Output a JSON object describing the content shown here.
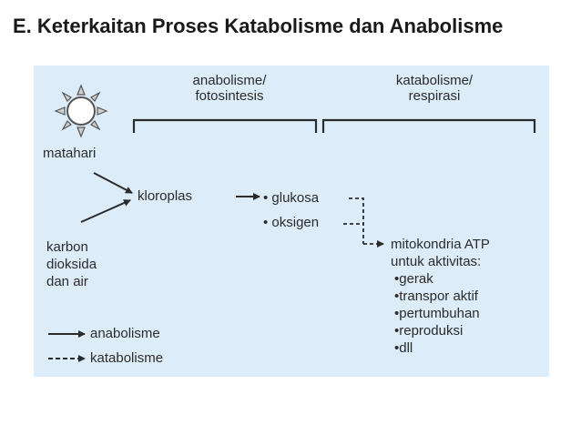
{
  "title": "E. Keterkaitan Proses Katabolisme dan Anabolisme",
  "diagram": {
    "header_left_line1": "anabolisme/",
    "header_left_line2": "fotosintesis",
    "header_right_line1": "katabolisme/",
    "header_right_line2": "respirasi",
    "sun_label": "matahari",
    "input_line1": "karbon",
    "input_line2": "dioksida",
    "input_line3": "dan air",
    "organelle_left": "kloroplas",
    "product_1": "• glukosa",
    "product_2": "• oksigen",
    "mito_line1": "mitokondria ATP",
    "mito_line2": "untuk aktivitas:",
    "activities": [
      "•gerak",
      "•transpor aktif",
      "•pertumbuhan",
      "•reproduksi",
      "•dll"
    ],
    "legend_anabolisme": "anabolisme",
    "legend_katabolisme": "katabolisme",
    "colors": {
      "panel": "#dcecf8",
      "ink": "#2b2b2b"
    }
  }
}
